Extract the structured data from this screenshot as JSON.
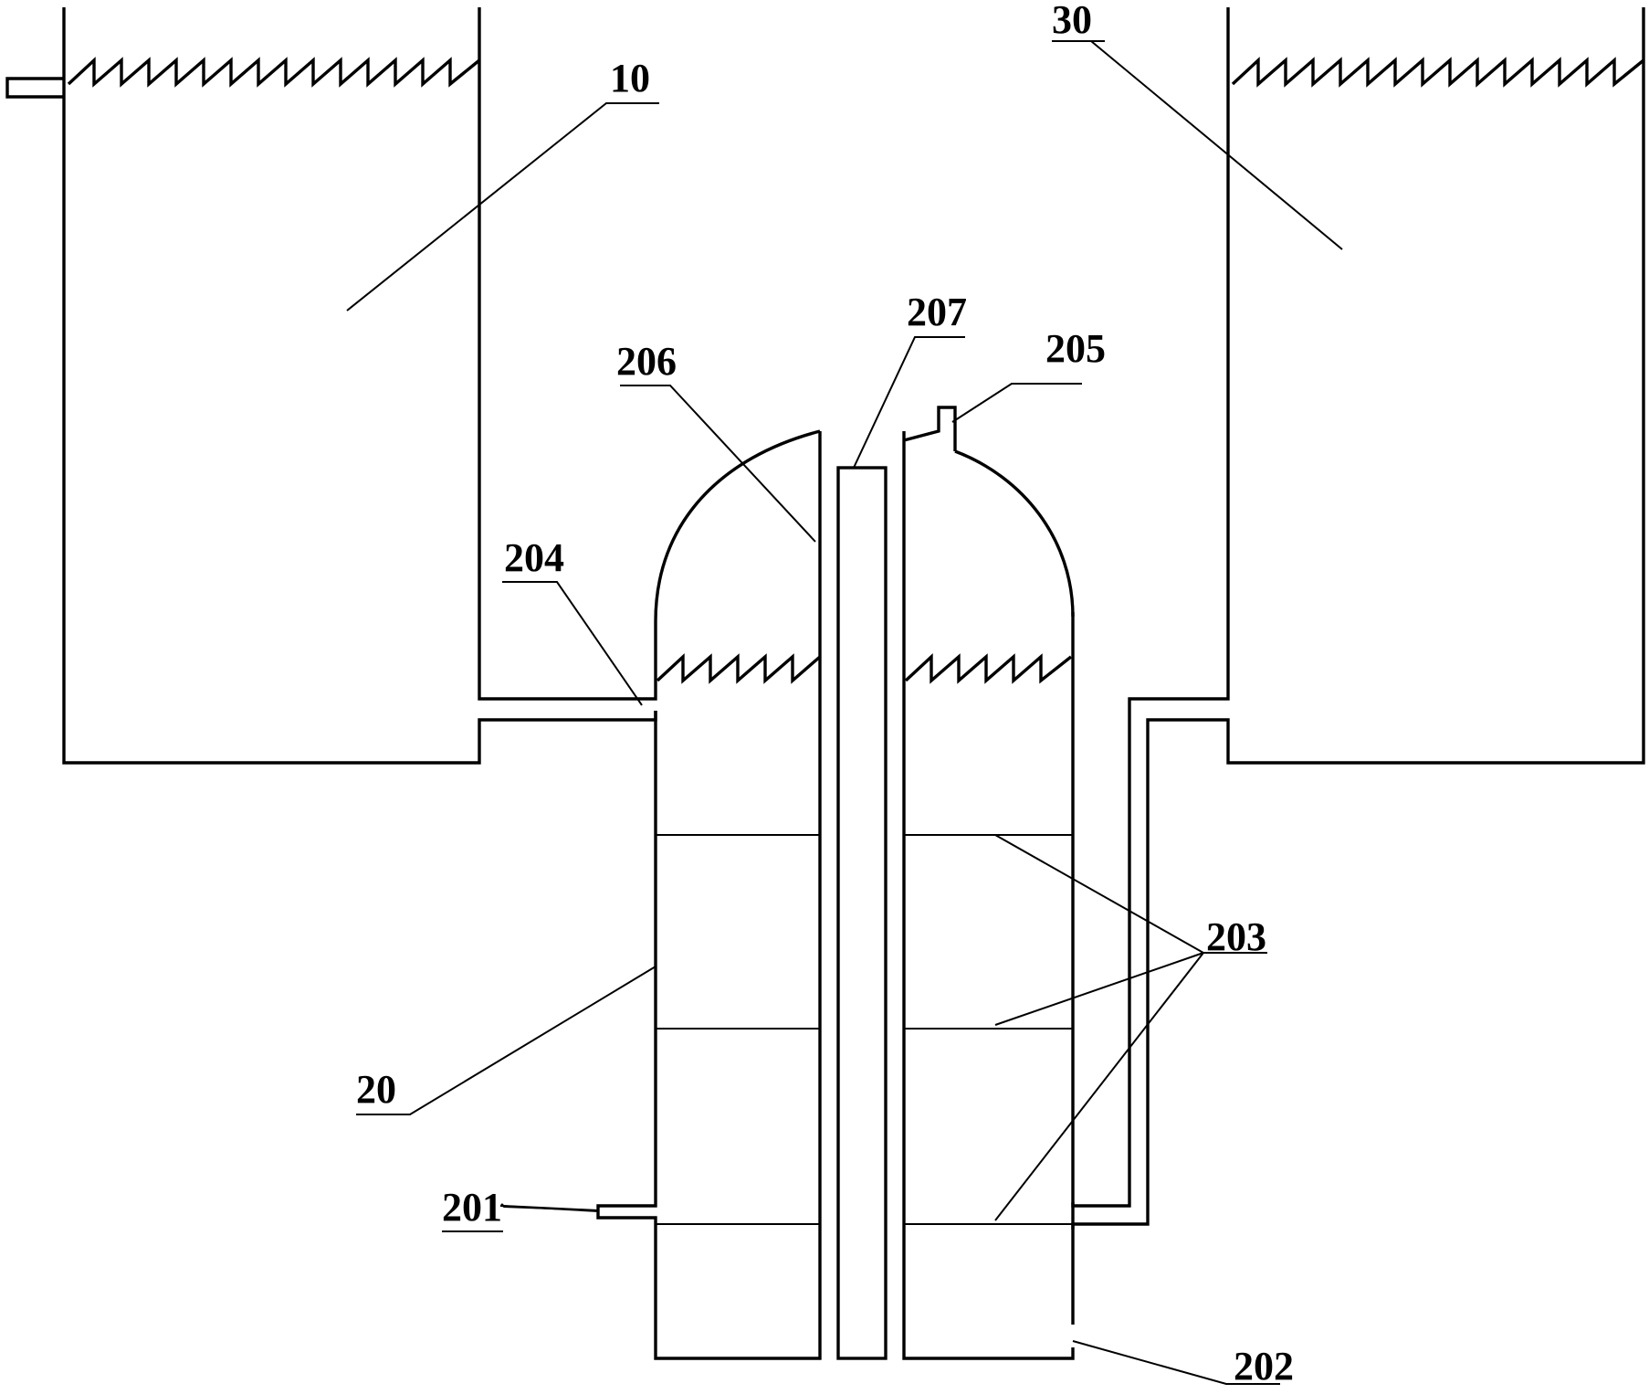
{
  "colors": {
    "line": "#000000",
    "background": "#ffffff"
  },
  "labels": {
    "l10": "10",
    "l30": "30",
    "l207": "207",
    "l206": "206",
    "l205": "205",
    "l204": "204",
    "l203": "203",
    "l20": "20",
    "l201": "201",
    "l202": "202"
  }
}
